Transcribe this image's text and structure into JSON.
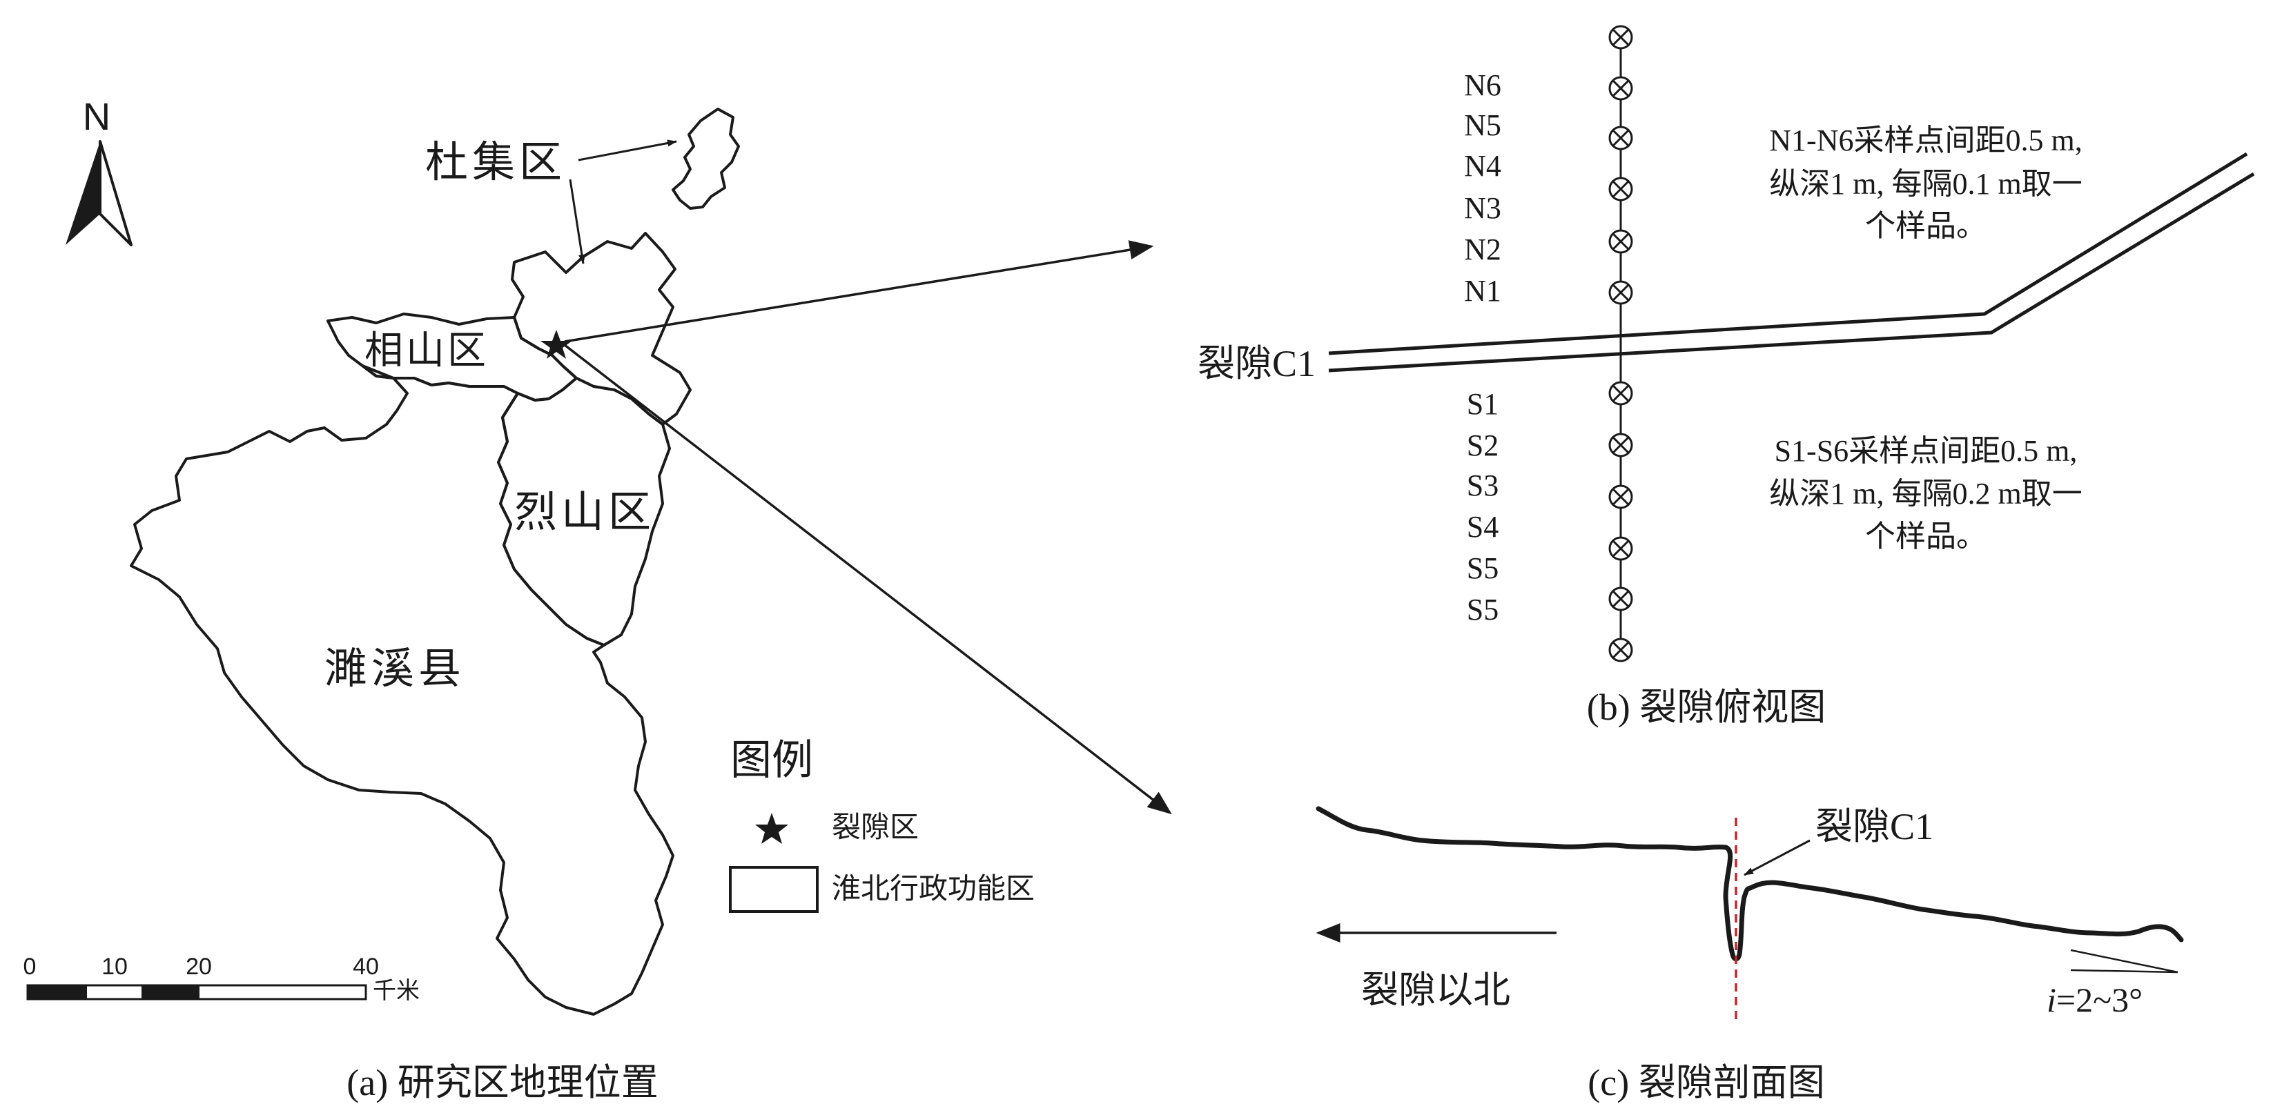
{
  "panel_a": {
    "caption": "(a) 研究区地理位置",
    "north_label": "N",
    "district_labels": {
      "duji": "杜集区",
      "xiangshan": "相山区",
      "lieshan": "烈山区",
      "suixi": "濉溪县"
    },
    "legend": {
      "title": "图例",
      "items": [
        {
          "symbol": "star",
          "label": "裂隙区"
        },
        {
          "symbol": "rectangle",
          "label": "淮北行政功能区"
        }
      ]
    },
    "scale_bar": {
      "ticks": [
        "0",
        "10",
        "20",
        "40"
      ],
      "unit": "千米"
    }
  },
  "panel_b": {
    "caption": "(b) 裂隙俯视图",
    "fracture_label": "裂隙C1",
    "north_points": [
      "N6",
      "N5",
      "N4",
      "N3",
      "N2",
      "N1"
    ],
    "south_points": [
      "S1",
      "S2",
      "S3",
      "S4",
      "S5",
      "S5"
    ],
    "north_note": [
      "N1-N6采样点间距0.5 m,",
      "纵深1 m, 每隔0.1 m取一",
      "个样品。"
    ],
    "south_note": [
      "S1-S6采样点间距0.5 m,",
      "纵深1 m, 每隔0.2 m取一",
      "个样品。"
    ]
  },
  "panel_c": {
    "caption": "(c) 裂隙剖面图",
    "fracture_label": "裂隙C1",
    "direction_label": "裂隙以北",
    "slope_italic": "i",
    "slope_value": "=2~3°"
  },
  "colors": {
    "ink": "#1a1a1a",
    "fracture_axis": "#c0272d"
  }
}
